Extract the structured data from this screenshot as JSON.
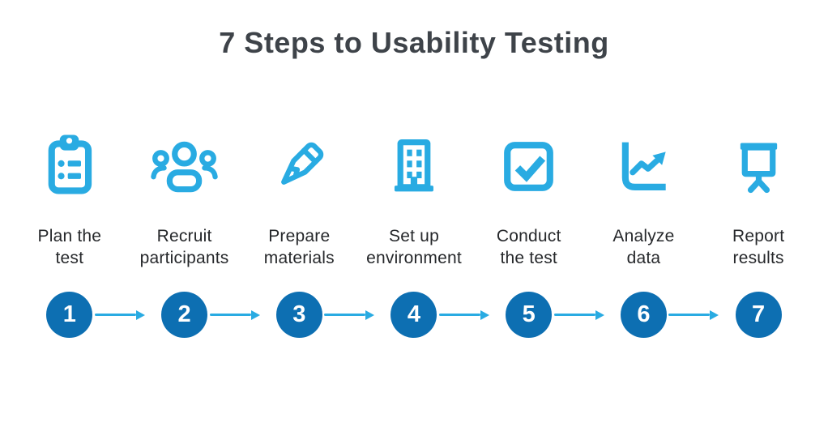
{
  "title": "7 Steps to Usability Testing",
  "colors": {
    "icon_blue": "#29ABE2",
    "circle_blue": "#0D6FB2",
    "arrow_blue": "#29ABE2",
    "title_color": "#3E4349",
    "label_color": "#26282B",
    "background": "#FFFFFF"
  },
  "arrows": {
    "count": 6,
    "icon": "right-arrow-icon",
    "direction": "right"
  },
  "steps": [
    {
      "number": "1",
      "icon": "clipboard-checklist-icon",
      "label": "Plan the test",
      "label_lines": [
        "Plan the",
        "test"
      ]
    },
    {
      "number": "2",
      "icon": "people-group-icon",
      "label": "Recruit participants",
      "label_lines": [
        "Recruit",
        "participants"
      ]
    },
    {
      "number": "3",
      "icon": "pencil-icon",
      "label": "Prepare materials",
      "label_lines": [
        "Prepare",
        "materials"
      ]
    },
    {
      "number": "4",
      "icon": "building-icon",
      "label": "Set up environment",
      "label_lines": [
        "Set up",
        "environment"
      ]
    },
    {
      "number": "5",
      "icon": "checkbox-checked-icon",
      "label": "Conduct the test",
      "label_lines": [
        "Conduct",
        "the test"
      ]
    },
    {
      "number": "6",
      "icon": "line-chart-up-icon",
      "label": "Analyze data",
      "label_lines": [
        "Analyze",
        "data"
      ]
    },
    {
      "number": "7",
      "icon": "presentation-board-icon",
      "label": "Report results",
      "label_lines": [
        "Report",
        "results"
      ]
    }
  ]
}
